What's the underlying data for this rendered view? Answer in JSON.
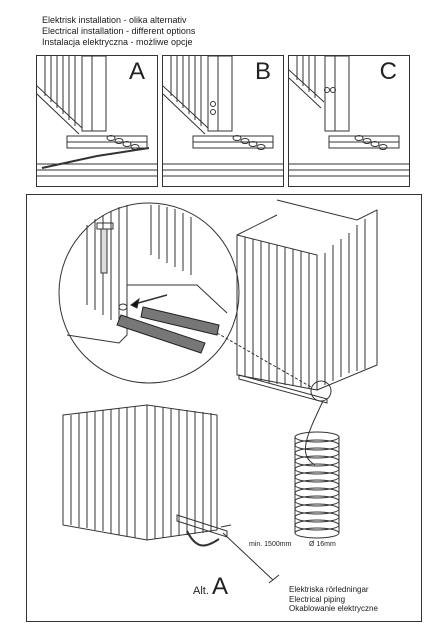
{
  "header": {
    "lines": [
      "Elektrisk installation - olika alternativ",
      "Electrical installation - different options",
      "Instalacja elektryczna - możliwe opcje"
    ]
  },
  "panels": [
    {
      "letter": "A"
    },
    {
      "letter": "B"
    },
    {
      "letter": "C"
    }
  ],
  "main": {
    "alt_prefix": "Alt.",
    "alt_letter": "A",
    "distance_label": "min. 1500mm",
    "diameter_label": "Ø 16mm",
    "piping_labels": [
      "Elektriska rörledningar",
      "Electrical piping",
      "Okablowanie elektryczne"
    ]
  },
  "colors": {
    "line": "#333333",
    "hatch": "#555555"
  },
  "icons": [
    "arrow-icon",
    "conduit-icon"
  ]
}
